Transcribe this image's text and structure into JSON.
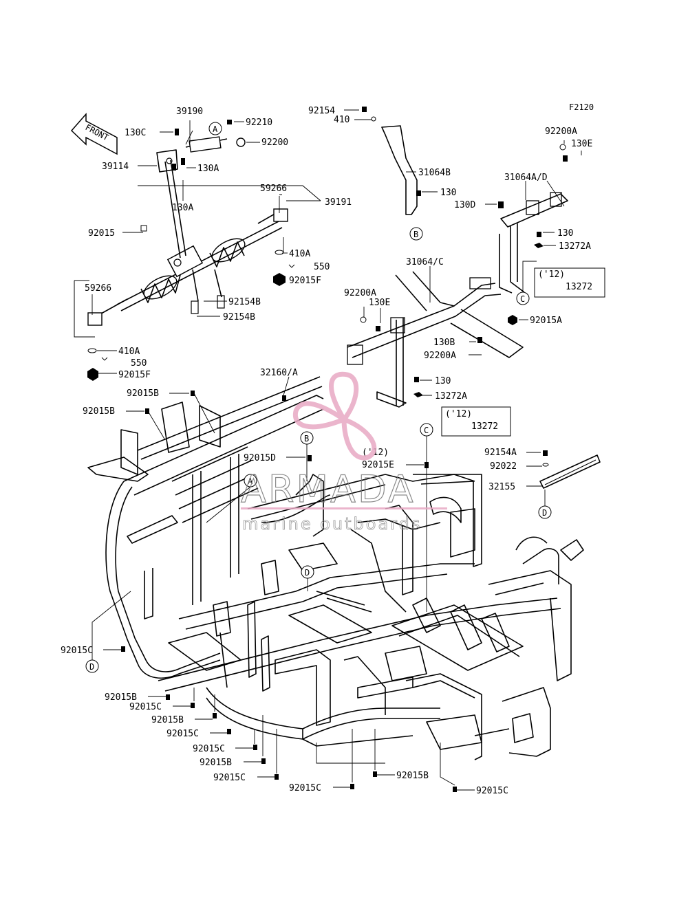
{
  "diagram_code": "F2120",
  "front_arrow_text": "FRONT",
  "wm_brand": "ARMADA",
  "wm_tag": "marine outboards",
  "circle_letters": [
    "A",
    "B",
    "C",
    "D"
  ],
  "labels": {
    "l39190": "39190",
    "l92210": "92210",
    "l130c_top": "130C",
    "l92200": "92200",
    "l39114": "39114",
    "l130a_1": "130A",
    "l130a_2": "130A",
    "l59266_r": "59266",
    "l39191": "39191",
    "l92015": "92015",
    "l410a_r": "410A",
    "l550_r": "550",
    "l92015f_r": "92015F",
    "l59266_l": "59266",
    "l92154b_1": "92154B",
    "l92154b_2": "92154B",
    "l410a_l": "410A",
    "l550_l": "550",
    "l92015f_l": "92015F",
    "l92154_top": "92154",
    "l410_top": "410",
    "l31064b": "31064B",
    "l130_b": "130",
    "l92200a_r": "92200A",
    "l130e_r": "130E",
    "l31064ad": "31064A/D",
    "l130d": "130D",
    "l130_r": "130",
    "l13272a_r": "13272A",
    "l12_r": "('12)",
    "l13272_r": "13272",
    "l31064c": "31064/C",
    "l92200a_m": "92200A",
    "l130e_m": "130E",
    "l92015a": "92015A",
    "l130b": "130B",
    "l92200a_b": "92200A",
    "l32160a": "32160/A",
    "l130_m": "130",
    "l13272a_m": "13272A",
    "l92015b_1": "92015B",
    "l92015b_2": "92015B",
    "l12_m": "('12)",
    "l13272_m": "13272",
    "l92015d": "92015D",
    "l12_e": "('12)",
    "l92015e": "92015E",
    "l92154a": "92154A",
    "l92022": "92022",
    "l32155": "32155",
    "l92015c_1": "92015C",
    "l92015b_3": "92015B",
    "l92015c_2": "92015C",
    "l92015b_4": "92015B",
    "l92015c_3": "92015C",
    "l92015c_4": "92015C",
    "l92015b_5": "92015B",
    "l92015c_5": "92015C",
    "l92015c_6": "92015C",
    "l92015b_6": "92015B",
    "l92015c_7": "92015C"
  }
}
